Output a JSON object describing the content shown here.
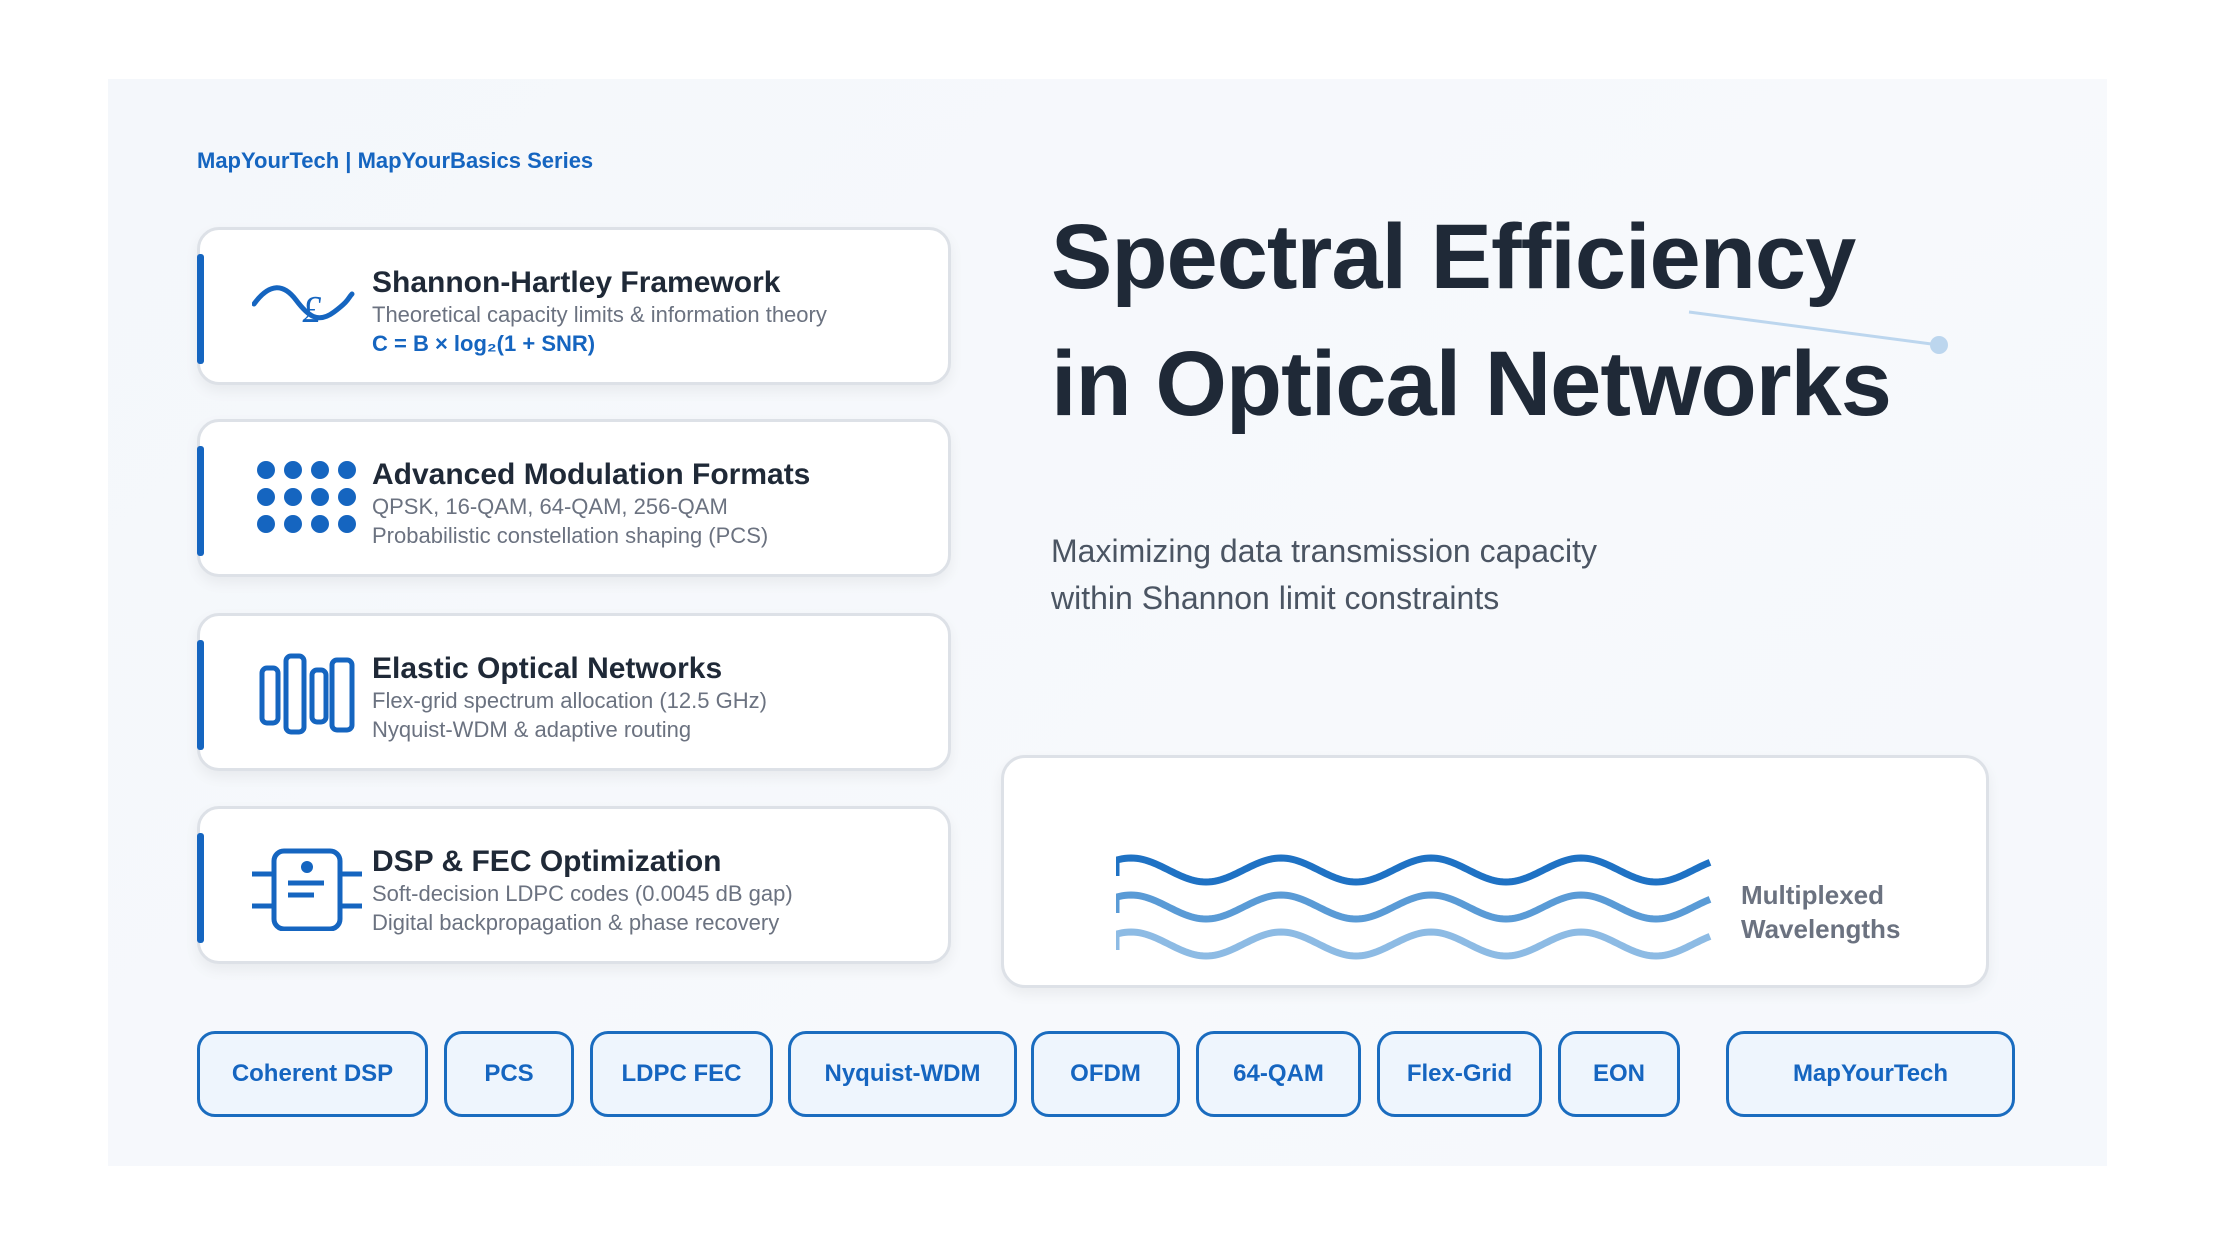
{
  "header": {
    "series": "MapYourTech | MapYourBasics Series"
  },
  "cards": [
    {
      "title": "Shannon-Hartley Framework",
      "line1": "Theoretical capacity limits & information theory",
      "formula": "C = B × log₂(1 + SNR)",
      "icon": "wave-signal-icon"
    },
    {
      "title": "Advanced Modulation Formats",
      "line1": "QPSK, 16-QAM, 64-QAM, 256-QAM",
      "line2": "Probabilistic constellation shaping (PCS)",
      "icon": "constellation-grid-icon"
    },
    {
      "title": "Elastic Optical Networks",
      "line1": "Flex-grid spectrum allocation (12.5 GHz)",
      "line2": "Nyquist-WDM & adaptive routing",
      "icon": "spectrum-slots-icon"
    },
    {
      "title": "DSP & FEC Optimization",
      "line1": "Soft-decision LDPC codes (0.0045 dB gap)",
      "line2": "Digital backpropagation & phase recovery",
      "icon": "chip-icon"
    }
  ],
  "hero": {
    "title_line1": "Spectral Efficiency",
    "title_line2": "in Optical Networks",
    "subtitle_line1": "Maximizing data transmission capacity",
    "subtitle_line2": "within Shannon limit constraints"
  },
  "wave_panel": {
    "label_line1": "Multiplexed",
    "label_line2": "Wavelengths",
    "colors": [
      "#1f72c4",
      "#5a9bd6",
      "#8dbbe4"
    ]
  },
  "tags": [
    "Coherent DSP",
    "PCS",
    "LDPC FEC",
    "Nyquist-WDM",
    "OFDM",
    "64-QAM",
    "Flex-Grid",
    "EON",
    "MapYourTech"
  ],
  "colors": {
    "accent": "#1565c0",
    "title": "#1f2937",
    "muted": "#6b7280"
  }
}
